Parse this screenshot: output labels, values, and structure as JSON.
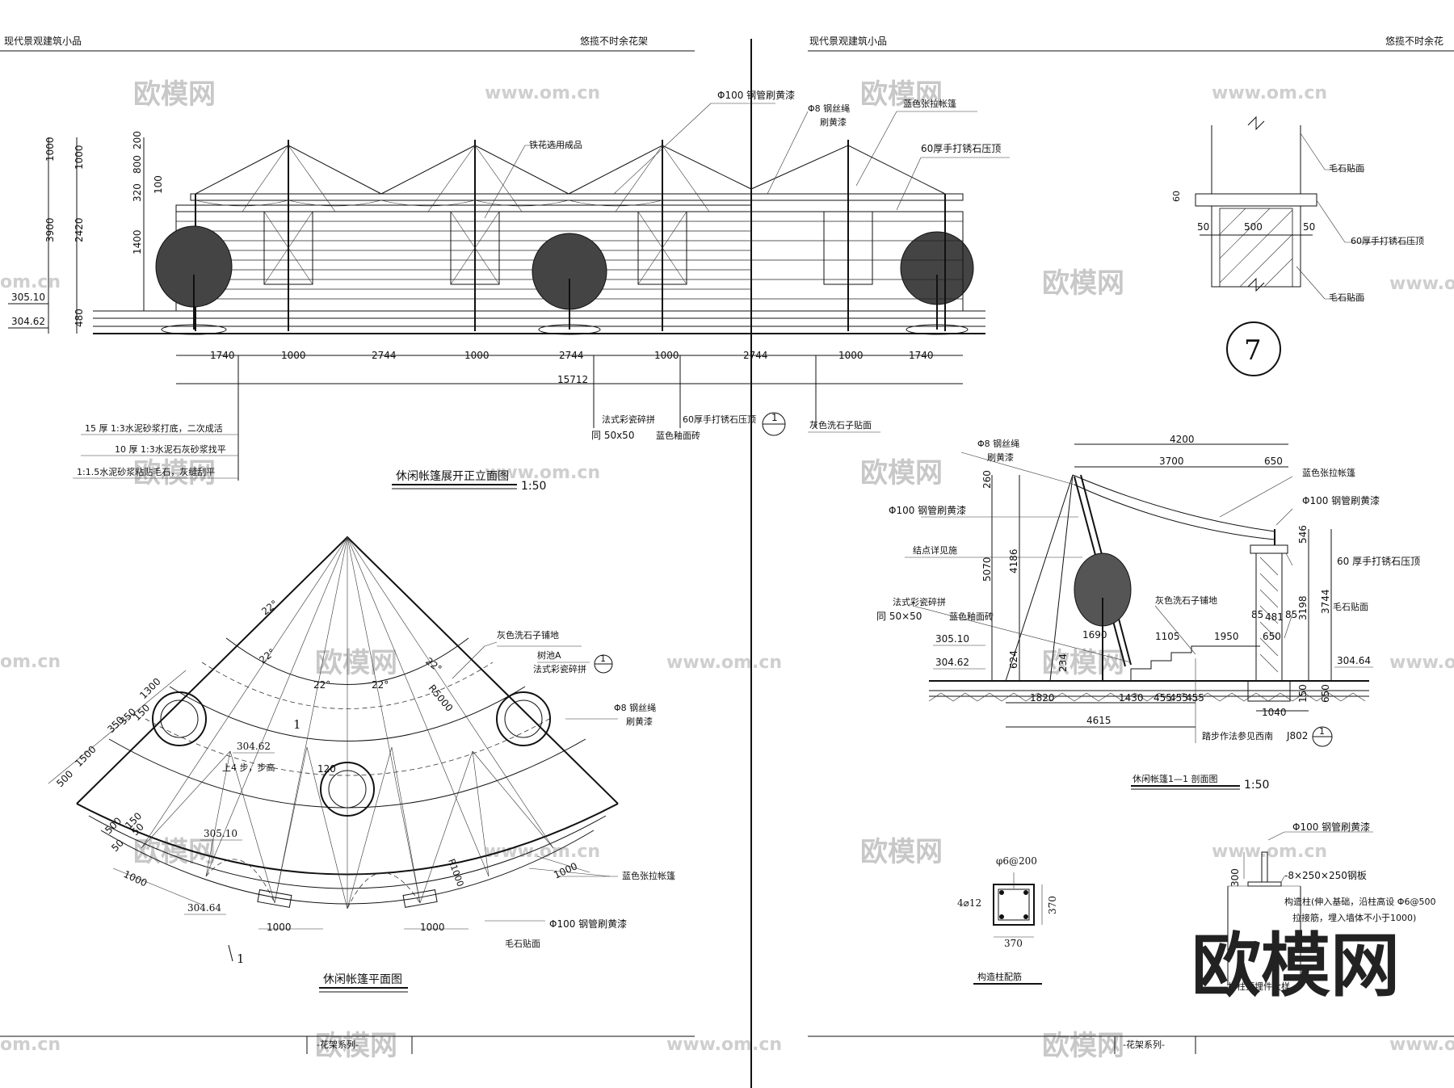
{
  "header": {
    "left_title": "现代景观建筑小品",
    "left_subtitle": "悠揽不时余花架",
    "right_title": "现代景观建筑小品",
    "right_subtitle": "悠揽不时余花"
  },
  "footer": {
    "left": "-花架系列-",
    "right": "-花架系列-"
  },
  "watermarks": {
    "brand": "欧模网",
    "url": "www.om.cn",
    "corner": "欧模网",
    "short": "om.cn"
  },
  "elevation": {
    "title": "休闲帐篷展开正立面图",
    "scale": "1:50",
    "labels": {
      "pipe": "Φ100 钢管刷黄漆",
      "rope": "Φ8 钢丝绳",
      "rope2": "刷黄漆",
      "tent": "蓝色张拉帐篷",
      "cap": "60厚手打锈石压顶",
      "iron": "铁花选用成品",
      "tile": "法式彩瓷碎拼",
      "tile_spec": "同 50x50",
      "cap2": "60厚手打锈石压顶",
      "glaze": "蓝色釉面砖",
      "granite": "灰色洗石子贴面",
      "note1": "15 厚  1:3水泥砂浆打底，二次成活",
      "note2": "10 厚  1:3水泥石灰砂浆找平",
      "note3": "1:1.5水泥砂浆粘贴毛石，灰缝刮平"
    },
    "dims_v": [
      "200",
      "800",
      "1000",
      "320",
      "100",
      "1400",
      "3900",
      "2420",
      "480"
    ],
    "levels": [
      "305.10",
      "304.62"
    ],
    "dims_h": [
      "1740",
      "1000",
      "2744",
      "1000",
      "2744",
      "1000",
      "2744",
      "1000",
      "1740"
    ],
    "total": "15712",
    "section_mark": "1"
  },
  "detail7": {
    "labels": {
      "stone": "毛石贴面",
      "cap": "60厚手打锈石压顶",
      "stone2": "毛石贴面"
    },
    "dims": [
      "60",
      "50",
      "500",
      "50"
    ],
    "mark": "7"
  },
  "plan": {
    "title": "休闲帐篷平面图",
    "labels": {
      "granite": "灰色洗石子铺地",
      "pool": "树池A",
      "tile": "法式彩瓷碎拼",
      "rope": "Φ8 钢丝绳",
      "paint": "刷黄漆",
      "tent": "蓝色张拉帐篷",
      "pipe": "Φ100 钢管刷黄漆",
      "stone": "毛石贴面",
      "steps": "上4 步，步高",
      "step_h": "120"
    },
    "angles": [
      "22°",
      "22°",
      "22°",
      "22°"
    ],
    "radius": "R5000",
    "r1000": "R1000",
    "dims": [
      "1300",
      "350",
      "350",
      "150",
      "1500",
      "500",
      "500",
      "150",
      "1000",
      "1000",
      "1000",
      "1000",
      "50",
      "50"
    ],
    "levels": [
      "304.62",
      "305.10",
      "304.64"
    ],
    "section_mark": "1",
    "cut": "1"
  },
  "section": {
    "title": "休闲帐篷1—1 剖面图",
    "scale": "1:50",
    "labels": {
      "rope": "Φ8 钢丝绳",
      "paint": "刷黄漆",
      "pipe": "Φ100 钢管刷黄漆",
      "anchor": "结点详见施",
      "tile": "法式彩瓷碎拼",
      "tile_spec": "同 50×50",
      "glaze": "蓝色釉面砖",
      "granite": "灰色洗石子铺地",
      "tent": "蓝色张拉帐篷",
      "pipe2": "Φ100 钢管刷黄漆",
      "cap": "60 厚手打锈石压顶",
      "stone": "毛石贴面",
      "steps": "踏步作法参见西南",
      "ref": "J802"
    },
    "dims_top": [
      "4200",
      "3700",
      "650"
    ],
    "dims_v_left": [
      "260",
      "5070",
      "4186",
      "624",
      "234"
    ],
    "dims_v_right": [
      "546",
      "3198",
      "3744",
      "150",
      "650"
    ],
    "dims_mid": [
      "1690",
      "1105",
      "1950",
      "85",
      "481",
      "85",
      "650"
    ],
    "dims_bottom": [
      "1820",
      "1430",
      "455",
      "455",
      "455",
      "4615",
      "1040"
    ],
    "levels": [
      "305.10",
      "304.62",
      "304.64"
    ],
    "mark": "1"
  },
  "column": {
    "title": "构造柱配筋",
    "labels": {
      "stirrup": "φ6@200",
      "bars": "4⌀12"
    },
    "dims": [
      "370",
      "370"
    ]
  },
  "base": {
    "title": "构柱顶埋件大样",
    "labels": {
      "pipe": "Φ100 钢管刷黄漆",
      "plate": "-8×250×250钢板",
      "col": "构造柱(伸入基础，沿柱高设 Φ6@500",
      "tie": "拉接筋，埋入墙体不小于1000)"
    },
    "dims": [
      "300"
    ]
  }
}
